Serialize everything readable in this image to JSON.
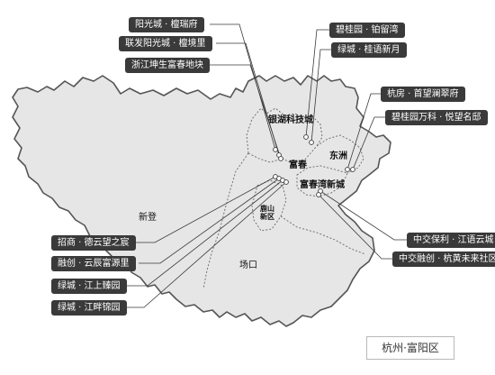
{
  "map_title": "杭州·富阳区",
  "regions": {
    "yinhu": "银湖科技城",
    "fuchun": "富春",
    "dongzhou": "东洲",
    "fuchunwan": "富春湾新城",
    "xindeng": "新登",
    "lushan_line1": "鹿山",
    "lushan_line2": "新区",
    "changkou": "场口"
  },
  "projects": {
    "p1": "阳光城 · 檀瑞府",
    "p2": "联发阳光城 · 檀境里",
    "p3": "浙江坤生富春地块",
    "p4": "碧桂园 · 铂留湾",
    "p5": "绿城 · 桂语新月",
    "p6": "杭房 · 首望澜翠府",
    "p7": "碧桂园万科 · 悦望名邸",
    "p8": "中交保利 · 江语云城",
    "p9": "中交融创 · 杭黄未来社区",
    "p10": "招商 · 德云望之宸",
    "p11": "融创 · 云辰富源里",
    "p12": "绿城 · 江上臻园",
    "p13": "绿城 · 江畔锦园"
  },
  "colors": {
    "map_fill": "#e6e6e6",
    "map_border": "#555555",
    "label_bg": "#3a3a3a",
    "label_text": "#ffffff",
    "district_border": "#666666"
  }
}
